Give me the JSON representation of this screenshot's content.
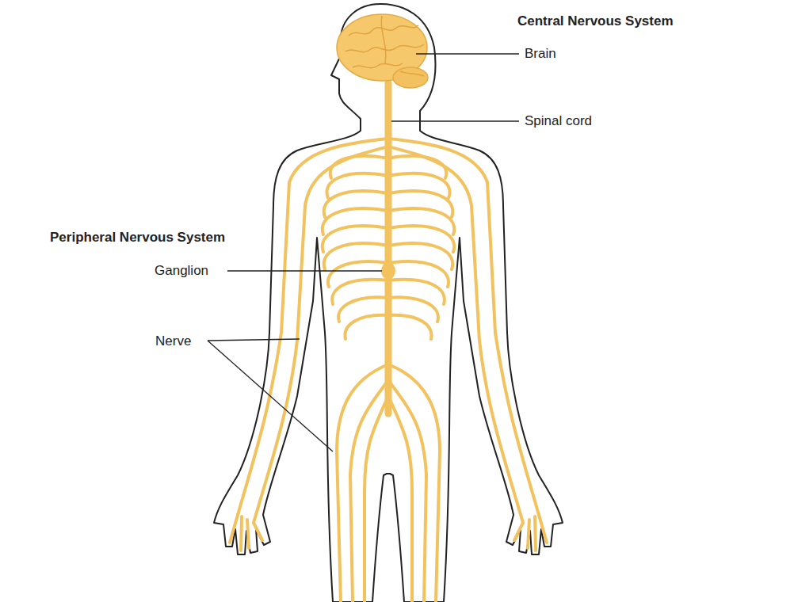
{
  "diagram": {
    "labels": [
      "Central Nervous System",
      "Brain",
      "Spinal cord",
      "Peripheral Nervous System",
      "Ganglion",
      "Nerve"
    ]
  }
}
